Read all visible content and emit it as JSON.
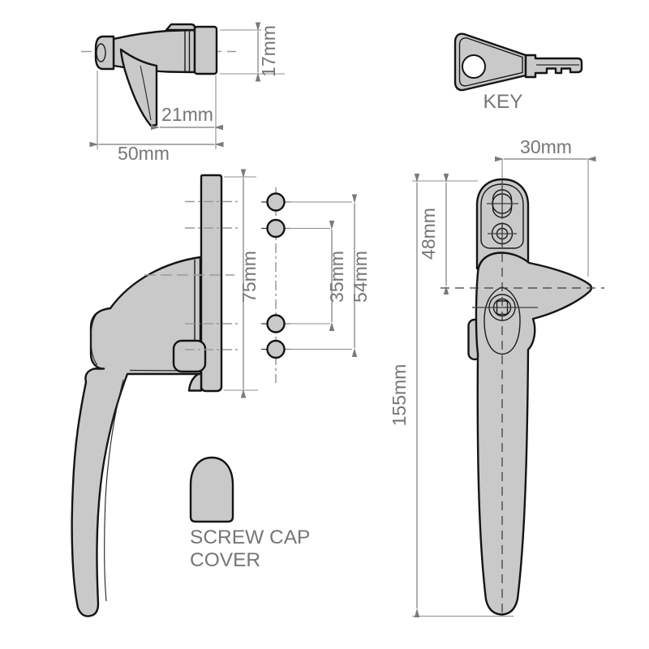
{
  "labels": {
    "key": "KEY",
    "screw_cap_line1": "SCREW CAP",
    "screw_cap_line2": "COVER"
  },
  "dimensions": {
    "top_view": {
      "cap_height": "17mm",
      "grip_to_edge": "21mm",
      "overall_width": "50mm"
    },
    "side_view": {
      "plate_height": "75mm",
      "inner_hole_spacing": "35mm",
      "outer_hole_spacing": "54mm"
    },
    "front_view": {
      "head_width": "30mm",
      "top_to_centerline": "48mm",
      "overall_length": "155mm"
    }
  },
  "colors": {
    "part_fill": "#c9c9c9",
    "part_outline": "#141414",
    "dimension_gray": "#7a7a7a",
    "centerline_gray": "#9a9a9a",
    "background": "#ffffff"
  }
}
